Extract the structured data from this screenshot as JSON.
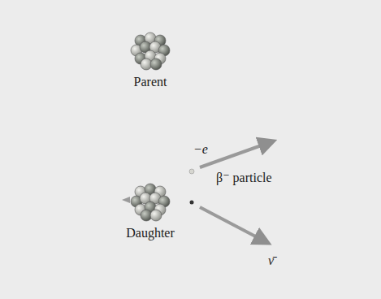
{
  "diagram": {
    "labels": [
      "Parent",
      "−e",
      "β⁻ particle",
      "Daughter",
      "ν̄"
    ]
  }
}
